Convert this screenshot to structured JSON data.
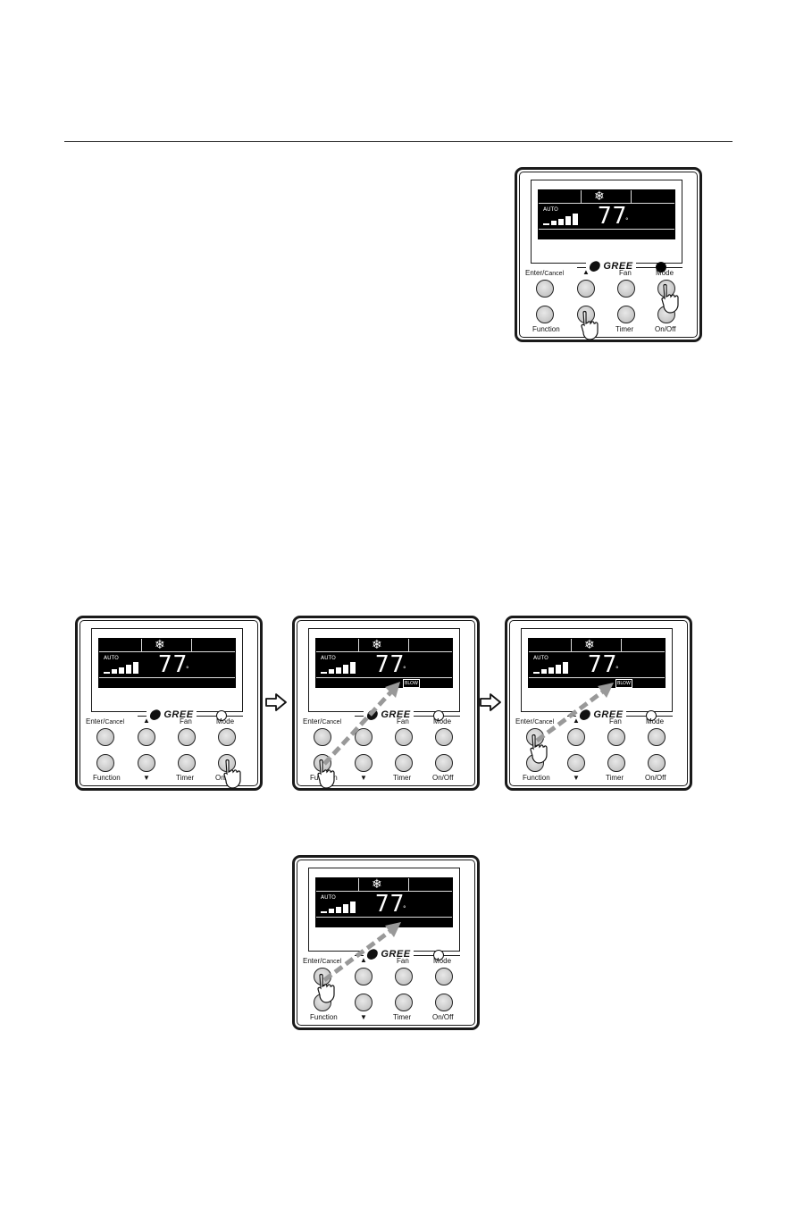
{
  "remote": {
    "brand": "GREE",
    "temperature": "77",
    "degree_symbol": "°",
    "mode_auto": "AUTO",
    "blow_indicator": "BLOW",
    "buttons": {
      "enter": "Enter/",
      "cancel": "Cancel",
      "up": "▲",
      "fan": "Fan",
      "mode": "Mode",
      "function": "Function",
      "down": "▼",
      "timer": "Timer",
      "onoff": "On/Off"
    }
  },
  "icons": {
    "mode_icon": "snowflake-icon",
    "next_arrow": "hollow-right-arrow-icon",
    "hand": "pointing-hand-icon"
  },
  "colors": {
    "lcd_background": "#000000",
    "dashed_arrow": "#999999",
    "frame": "#1a1a1a"
  }
}
